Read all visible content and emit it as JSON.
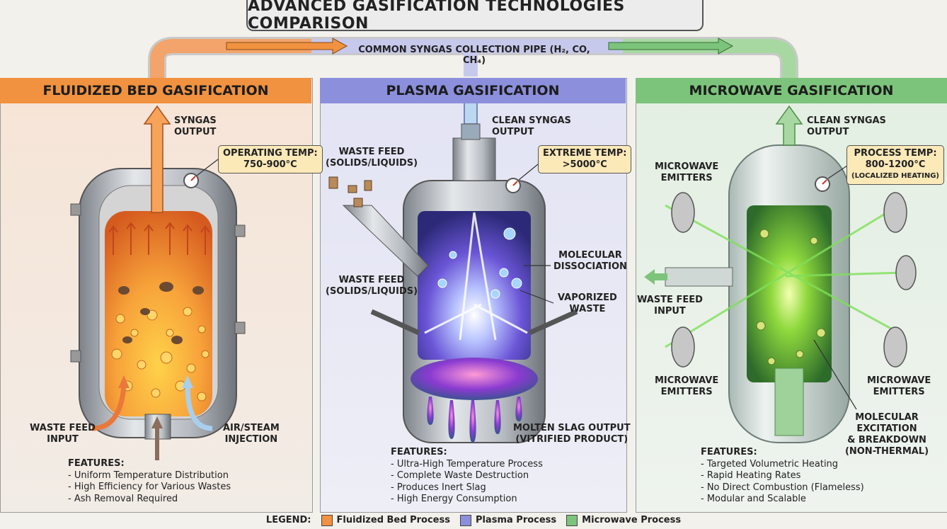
{
  "title": "ADVANCED GASIFICATION TECHNOLOGIES COMPARISON",
  "pipe_label": "COMMON SYNGAS COLLECTION PIPE (H₂, CO, CH₄)",
  "colors": {
    "fluidized": "#f0923f",
    "plasma": "#8b8fdc",
    "microwave": "#7cc47b"
  },
  "fluidized": {
    "header": "FLUIDIZED BED GASIFICATION",
    "syngas": [
      "SYNGAS",
      "OUTPUT"
    ],
    "temp": [
      "OPERATING TEMP:",
      "750-900°C"
    ],
    "waste_feed": [
      "WASTE FEED",
      "INPUT"
    ],
    "air_steam": [
      "AIR/STEAM",
      "INJECTION"
    ],
    "features_title": "FEATURES:",
    "features": [
      "- Uniform Temperature Distribution",
      "- High Efficiency for Various Wastes",
      "- Ash Removal Required"
    ]
  },
  "plasma": {
    "header": "PLASMA GASIFICATION",
    "syngas": [
      "CLEAN SYNGAS",
      "OUTPUT"
    ],
    "temp": [
      "EXTREME TEMP:",
      ">5000°C"
    ],
    "waste_feed_top": [
      "WASTE FEED",
      "(SOLIDS/LIQUIDS)"
    ],
    "waste_feed_mid": [
      "WASTE FEED",
      "(SOLIDS/LIQUIDS)"
    ],
    "dissociation": [
      "MOLECULAR",
      "DISSOCIATION"
    ],
    "vaporized": [
      "VAPORIZED",
      "WASTE"
    ],
    "slag": [
      "MOLTEN SLAG OUTPUT",
      "(VITRIFIED PRODUCT)"
    ],
    "features_title": "FEATURES:",
    "features": [
      "- Ultra-High Temperature Process",
      "- Complete Waste Destruction",
      "- Produces Inert Slag",
      "- High Energy Consumption"
    ]
  },
  "microwave": {
    "header": "MICROWAVE GASIFICATION",
    "syngas": [
      "CLEAN SYNGAS",
      "OUTPUT"
    ],
    "temp": [
      "PROCESS TEMP:",
      "800-1200°C",
      "(LOCALIZED HEATING)"
    ],
    "emitters_top": [
      "MICROWAVE",
      "EMITTERS"
    ],
    "emitters_bl": [
      "MICROWAVE",
      "EMITTERS"
    ],
    "emitters_br": [
      "MICROWAVE",
      "EMITTERS"
    ],
    "waste_feed": [
      "WASTE FEED",
      "INPUT"
    ],
    "excitation": [
      "MOLECULAR EXCITATION",
      "& BREAKDOWN",
      "(NON-THERMAL)"
    ],
    "features_title": "FEATURES:",
    "features": [
      "- Targeted Volumetric Heating",
      "- Rapid Heating Rates",
      "- No Direct Combustion (Flameless)",
      "- Modular and Scalable"
    ]
  },
  "legend": {
    "label": "LEGEND:",
    "items": [
      "Fluidized Bed Process",
      "Plasma Process",
      "Microwave Process"
    ]
  }
}
